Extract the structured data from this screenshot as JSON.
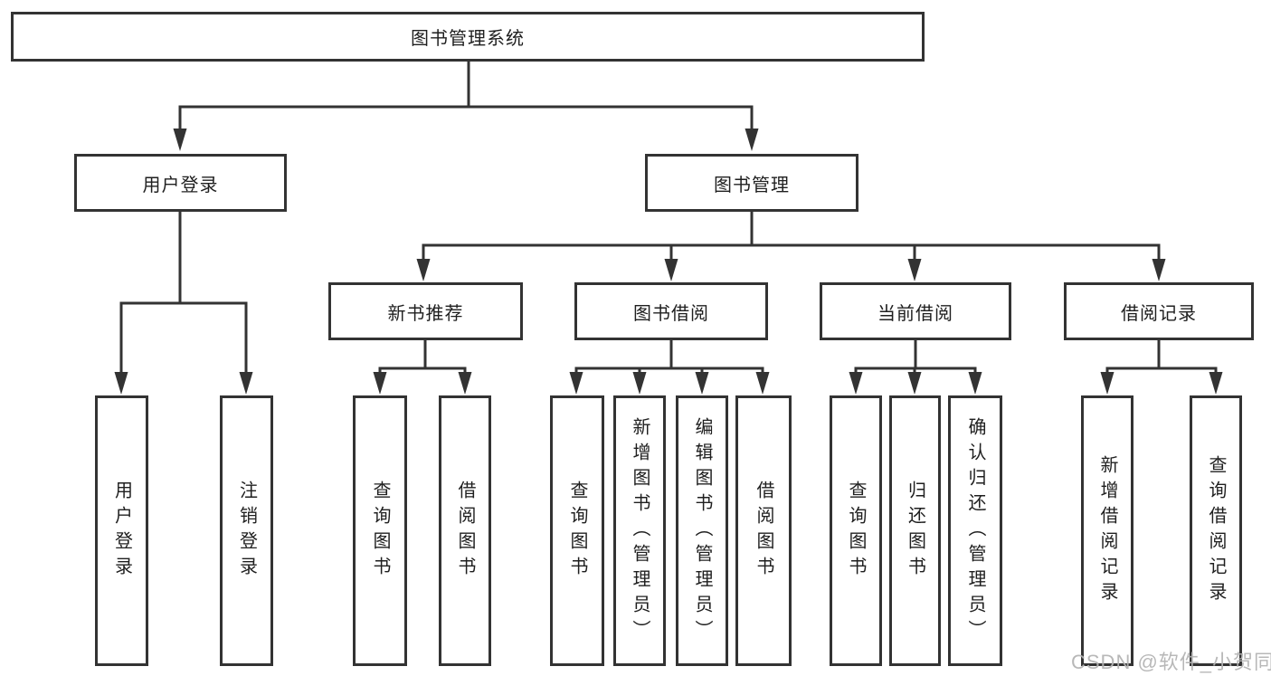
{
  "diagram": {
    "type": "hierarchy-tree",
    "watermark": "CSDN @软件_小贺同学",
    "colors": {
      "line": "#333333",
      "box_border": "#333333",
      "box_fill": "#ffffff",
      "text": "#1f1f1f",
      "background": "#ffffff",
      "watermark": "#b3b3b3"
    },
    "nodes": {
      "root": {
        "label": "图书管理系统"
      },
      "user_login": {
        "label": "用户登录"
      },
      "book_mgmt": {
        "label": "图书管理"
      },
      "new_book_rec": {
        "label": "新书推荐"
      },
      "book_borrow": {
        "label": "图书借阅"
      },
      "current_borrow": {
        "label": "当前借阅"
      },
      "borrow_records": {
        "label": "借阅记录"
      },
      "leaf_user_login": {
        "label": "用户登录"
      },
      "leaf_logout": {
        "label": "注销登录"
      },
      "leaf_query_book_1": {
        "label": "查询图书"
      },
      "leaf_borrow_book_1": {
        "label": "借阅图书"
      },
      "leaf_query_book_2": {
        "label": "查询图书"
      },
      "leaf_add_book": {
        "label": "新增图书（管理员）"
      },
      "leaf_edit_book": {
        "label": "编辑图书（管理员）"
      },
      "leaf_borrow_book_2": {
        "label": "借阅图书"
      },
      "leaf_query_book_3": {
        "label": "查询图书"
      },
      "leaf_return_book": {
        "label": "归还图书"
      },
      "leaf_confirm_return": {
        "label": "确认归还（管理员）"
      },
      "leaf_add_borrow_record": {
        "label": "新增借阅记录"
      },
      "leaf_query_borrow_record": {
        "label": "查询借阅记录"
      }
    },
    "edges": [
      {
        "from": "root",
        "to": "user_login"
      },
      {
        "from": "root",
        "to": "book_mgmt"
      },
      {
        "from": "user_login",
        "to": "leaf_user_login"
      },
      {
        "from": "user_login",
        "to": "leaf_logout"
      },
      {
        "from": "book_mgmt",
        "to": "new_book_rec"
      },
      {
        "from": "book_mgmt",
        "to": "book_borrow"
      },
      {
        "from": "book_mgmt",
        "to": "current_borrow"
      },
      {
        "from": "book_mgmt",
        "to": "borrow_records"
      },
      {
        "from": "new_book_rec",
        "to": "leaf_query_book_1"
      },
      {
        "from": "new_book_rec",
        "to": "leaf_borrow_book_1"
      },
      {
        "from": "book_borrow",
        "to": "leaf_query_book_2"
      },
      {
        "from": "book_borrow",
        "to": "leaf_add_book"
      },
      {
        "from": "book_borrow",
        "to": "leaf_edit_book"
      },
      {
        "from": "book_borrow",
        "to": "leaf_borrow_book_2"
      },
      {
        "from": "current_borrow",
        "to": "leaf_query_book_3"
      },
      {
        "from": "current_borrow",
        "to": "leaf_return_book"
      },
      {
        "from": "current_borrow",
        "to": "leaf_confirm_return"
      },
      {
        "from": "borrow_records",
        "to": "leaf_add_borrow_record"
      },
      {
        "from": "borrow_records",
        "to": "leaf_query_borrow_record"
      }
    ]
  }
}
